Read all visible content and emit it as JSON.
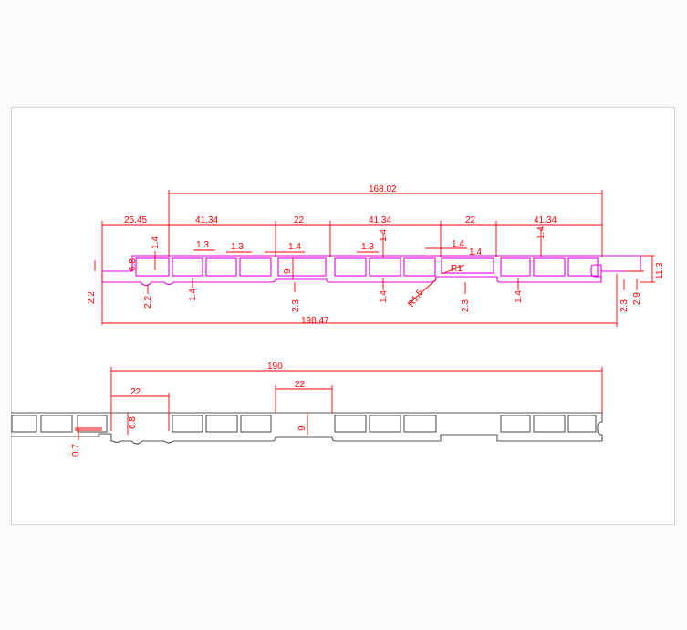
{
  "colors": {
    "dimension": "#ff0000",
    "profile_top": "#e000e0",
    "profile_bottom": "#555555",
    "sheet": "#ffffff"
  },
  "top_profile": {
    "dims": {
      "overall_top": "168.02",
      "seg_25_45": "25.45",
      "seg_41_34_a": "41.34",
      "seg_22_a": "22",
      "seg_41_34_b": "41.34",
      "seg_22_b": "22",
      "seg_41_34_c": "41.34",
      "overall_bottom": "198.47",
      "h_6_8": "6.8",
      "h_2_2_left": "2.2",
      "h_2_2_b": "2.2",
      "t_1_4_a": "1.4",
      "t_1_4_b": "1.4",
      "t_1_3_a": "1.3",
      "t_1_3_b": "1.3",
      "t_1_4_c": "1.4",
      "h_9": "9",
      "h_2_3_a": "2.3",
      "t_1_3_c": "1.3",
      "t_1_4_d": "1.4",
      "t_1_4_e": "1.4",
      "r_1": "R1",
      "r_1_5": "R1.5",
      "t_1_4_f": "1.4",
      "t_1_4_g": "1.4",
      "h_2_3_b": "2.3",
      "t_1_4_h": "1.4",
      "t_1_4_i": "1.4",
      "h_11_3": "11.3",
      "h_2_3_c": "2.3",
      "h_2_9": "2.9"
    }
  },
  "bottom_profile": {
    "dims": {
      "overall": "190",
      "w_22_a": "22",
      "w_22_b": "22",
      "h_6_8": "6.8",
      "h_9": "9",
      "t_0_7": "0.7"
    }
  }
}
